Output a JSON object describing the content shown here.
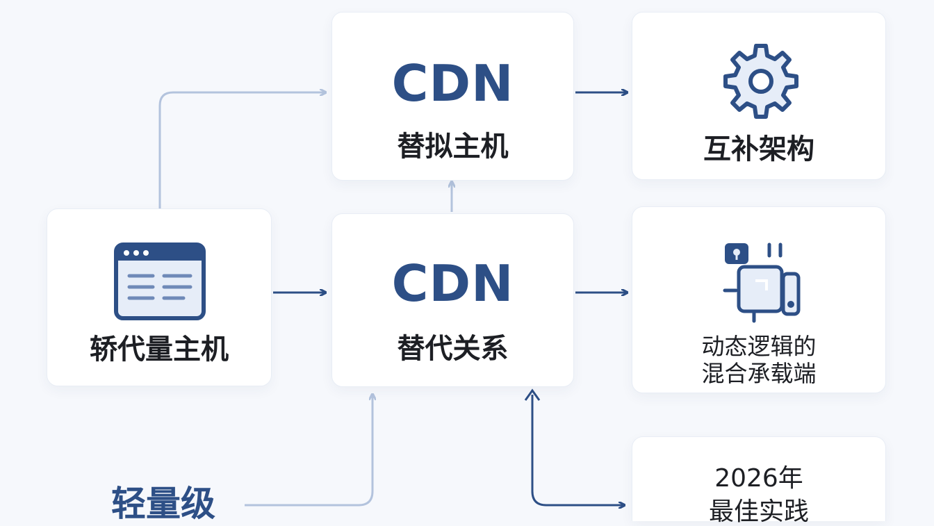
{
  "diagram": {
    "nodes": {
      "cdn_virtual_host": {
        "abbr": "CDN",
        "label": "替拟主机"
      },
      "complementary": {
        "label": "互补架构",
        "icon": "gear-icon"
      },
      "lightweight_host": {
        "label": "轿代量主机",
        "icon": "browser-window-icon"
      },
      "cdn_relationship": {
        "abbr": "CDN",
        "label": "替代关系"
      },
      "hybrid": {
        "line1": "动态逻辑的",
        "line2": "混合承载端",
        "icon": "circuit-icon"
      },
      "best_practice": {
        "line1": "2026年",
        "line2": "最佳实践"
      },
      "lightweight_label": {
        "label": "轻量级"
      }
    }
  },
  "colors": {
    "primary": "#2d4f86",
    "light_arrow": "#b3c3dd",
    "icon_fill": "#e6edf8",
    "card_bg": "#ffffff",
    "page_bg": "#f6f8fc"
  }
}
